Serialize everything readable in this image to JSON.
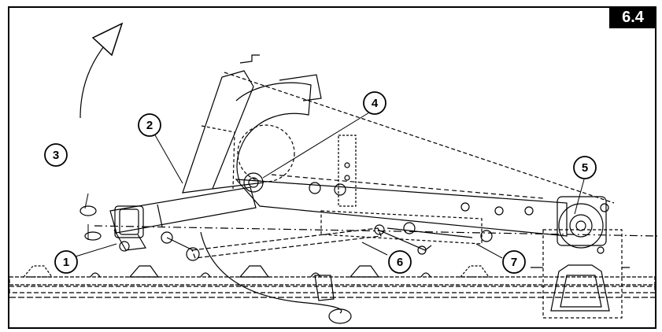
{
  "figure": {
    "number": "6.4"
  },
  "callouts": [
    {
      "id": "1",
      "label": "1"
    },
    {
      "id": "2",
      "label": "2"
    },
    {
      "id": "3",
      "label": "3"
    },
    {
      "id": "4",
      "label": "4"
    },
    {
      "id": "5",
      "label": "5"
    },
    {
      "id": "6",
      "label": "6"
    },
    {
      "id": "7",
      "label": "7"
    }
  ]
}
